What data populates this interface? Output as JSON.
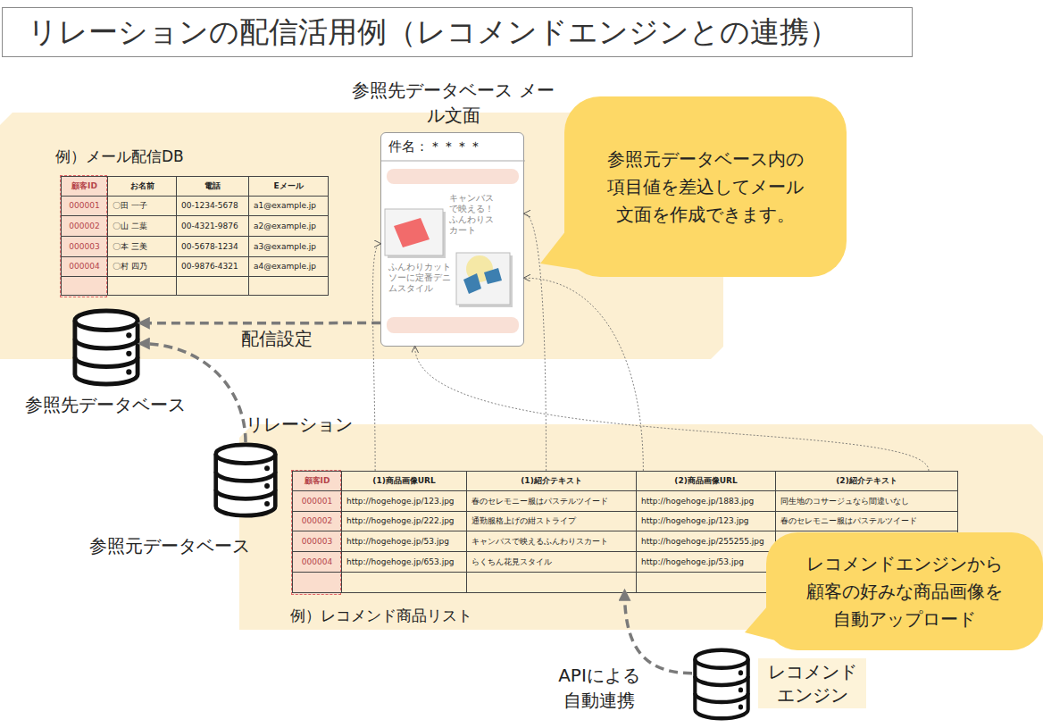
{
  "diagram": {
    "title": "リレーションの配信活用例（レコメンドエンジンとの連携）",
    "nodes": [
      {
        "text": [
          "例）メール配信DB"
        ]
      },
      {
        "text": [
          "参照先データベース"
        ]
      },
      {
        "text": [
          "参照先データベース メール文面",
          "件名：＊＊＊＊",
          "キャンバスで映える！ふんわりスカート",
          "ふんわりカットソーに定番デニムスタイル"
        ]
      },
      {
        "text": [
          "参照元データベース内の項目値を差込してメール文面を作成できます。"
        ]
      },
      {
        "text": [
          "参照元データベース"
        ]
      },
      {
        "text": [
          "例）レコメンド商品リスト"
        ]
      },
      {
        "text": [
          "レコメンドエンジンから顧客の好みな商品画像を自動アップロード"
        ]
      },
      {
        "text": [
          "レコメンドエンジン"
        ]
      }
    ],
    "edges": [
      {
        "from": 4,
        "to": 1,
        "label": "リレーション",
        "arrow": "to"
      },
      {
        "from": 2,
        "to": 1,
        "label": "配信設定",
        "arrow": "to"
      },
      {
        "from": 7,
        "to": 5,
        "label": "APIによる自動連携",
        "arrow": "to"
      },
      {
        "from": 5,
        "to": 2,
        "arrow": "to"
      },
      {
        "from": 5,
        "to": 2,
        "arrow": "to"
      },
      {
        "from": 5,
        "to": 2,
        "arrow": "to"
      },
      {
        "from": 5,
        "to": 2,
        "arrow": "to"
      }
    ],
    "labels": [
      "顧客ID",
      "お名前",
      "電話",
      "Eメール",
      "000001",
      "〇田 一子",
      "00-1234-5678",
      "a1@example.jp",
      "000002",
      "〇山 二葉",
      "00-4321-9876",
      "a2@example.jp",
      "000003",
      "〇本 三美",
      "00-5678-1234",
      "a3@example.jp",
      "000004",
      "〇村 四乃",
      "00-9876-4321",
      "a4@example.jp",
      "顧客ID",
      "(1)商品画像URL",
      "(1)紹介テキスト",
      "(2)商品画像URL",
      "(2)紹介テキスト",
      "000001",
      "http://hogehoge.jp/123.jpg",
      "春のセレモニー服はパステルツイード",
      "http://hogehoge.jp/1883.jpg",
      "同生地のコサージュなら間違いなし",
      "000002",
      "http://hogehoge.jp/222.jpg",
      "通勤服格上げの紺ストライプ",
      "http://hogehoge.jp/123.jpg",
      "春のセレモニー服はパステルツイード",
      "000003",
      "http://hogehoge.jp/53.jpg",
      "キャンバスで映えるふんわりスカート",
      "http://hogehoge.jp/255255.jpg",
      "000004",
      "http://hogehoge.jp/653.jpg",
      "らくちん花見スタイル",
      "http://hogehoge.jp/53.jpg"
    ]
  }
}
